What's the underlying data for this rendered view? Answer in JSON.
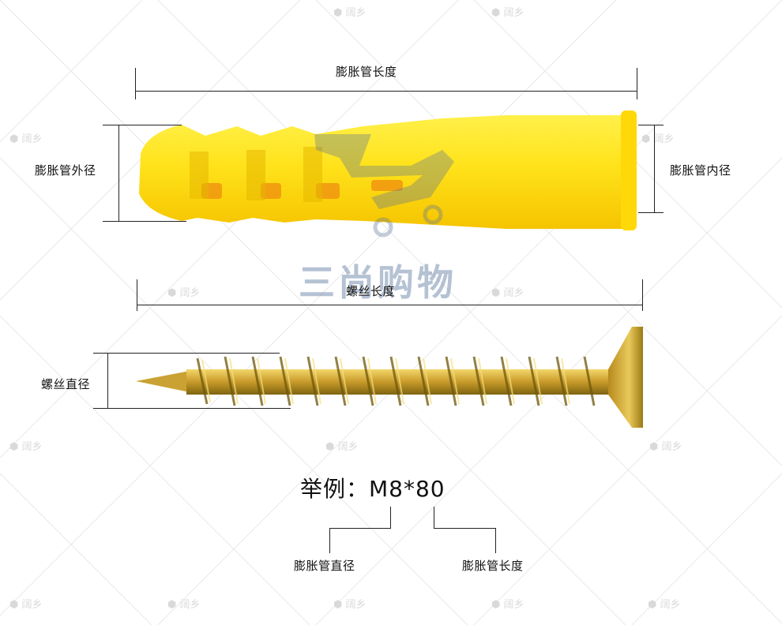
{
  "labels": {
    "dowel_length": "膨胀管长度",
    "dowel_outer_diameter": "膨胀管外径",
    "dowel_inner_diameter": "膨胀管内径",
    "screw_length": "螺丝长度",
    "screw_diameter": "螺丝直径"
  },
  "example": {
    "text": "举例：M8*80",
    "left_annotation": "膨胀管直径",
    "right_annotation": "膨胀管长度"
  },
  "watermark": {
    "brand": "三尚购物",
    "tile_text": "阔乡"
  },
  "colors": {
    "dowel_yellow": "#FFE21A",
    "dowel_shadow": "#F2B800",
    "screw_gold": "#D8B23A",
    "screw_dark": "#8B6B12",
    "watermark_blue": "#6F86A8"
  }
}
